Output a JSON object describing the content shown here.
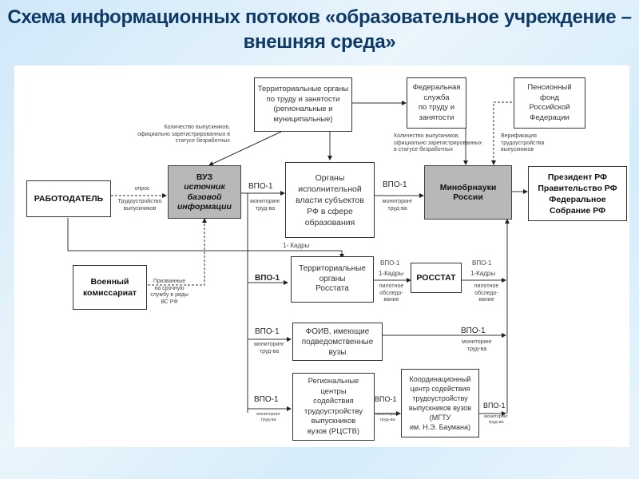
{
  "title": "Схема информационных потоков «образовательное учреждение – внешняя среда»",
  "nodes": {
    "employer": "РАБОТОДАТЕЛЬ",
    "university_title": "ВУЗ",
    "university_sub": "источник\nбазовой\nинформации",
    "territorial_labor": "Территориальные органы\nпо труду и занятости\n(региональные и\nмуниципальные)",
    "federal_labor": "Федеральная\nслужба\nпо труду и\nзанятости",
    "pension_fund": "Пенсионный\nфонд\nРоссийской\nФедерации",
    "regional_executive": "Органы\nисполнительной\nвласти субъектов\nРФ в сфере\nобразования",
    "ministry": "Минобрнауки\nРоссии",
    "president": "Президент РФ\nПравительство РФ\nФедеральное\nСобрание РФ",
    "military": "Военный\nкомиссариат",
    "rosstat_territorial": "Территориальные\nорганы\nРосстата",
    "rosstat": "РОССТАТ",
    "foiv": "ФОИВ, имеющие\nподведомственные\nвузы",
    "rctsv": "Региональные\nцентры\nсодействия\nтрудоустройству\nвыпускников\nвузов (РЦСТВ)",
    "coord_center": "Координационный\nцентр содействия\nтрудоустройству\nвыпускников вузов\n(МГТУ\nим. Н.Э. Баумана)"
  },
  "labels": {
    "unemployed_left": "Количество выпускников,\nофициально зарегистрированных в\nстатусе безработных",
    "unemployed_right": "Количество выпускников,\nофициально зарегистрированных\nв статусе безработных",
    "verification": "Верификация\nтрудоустройства\nвыпускников",
    "survey": "опрос",
    "employment": "Трудоустройство\nвыпускников",
    "conscripts": "Призванные\nна срочную\nслужбу в ряды\nВС РФ",
    "vpo1": "ВПО-1",
    "monitoring": "мониторинг\nтруд-ва",
    "kadry_1_dash": "1- Кадры",
    "kadry_1": "1-Кадры",
    "pilot": "пилотное\nобсле­до-\nвание"
  }
}
